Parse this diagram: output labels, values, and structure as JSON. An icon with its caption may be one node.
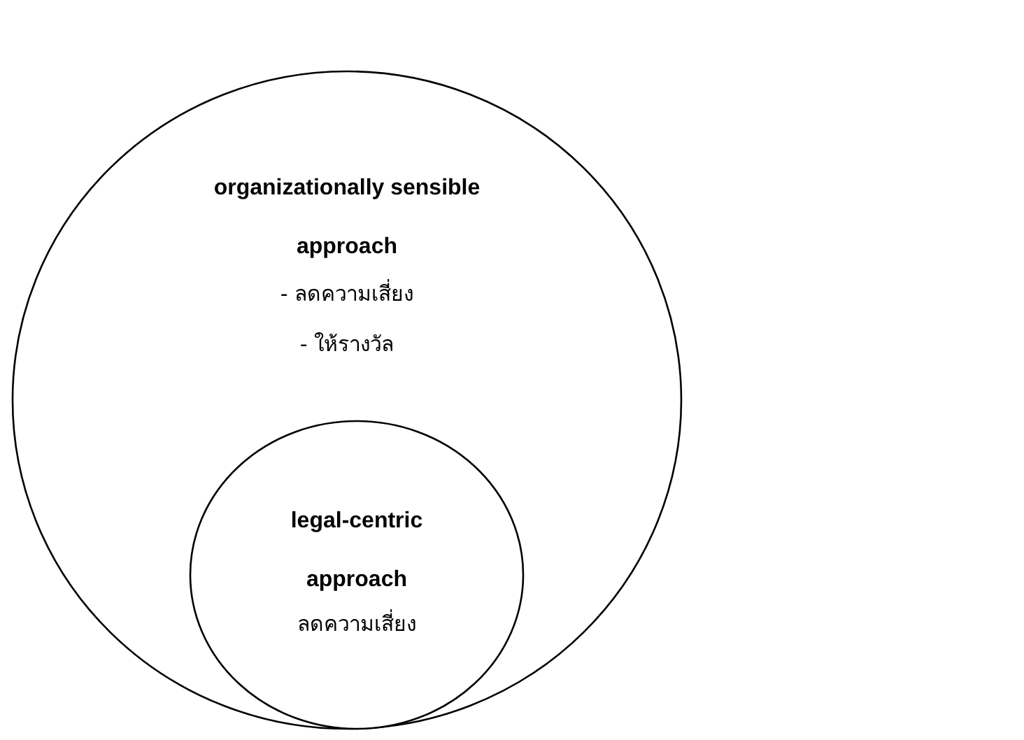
{
  "diagram": {
    "nodes": [
      {
        "text": [
          "organizationally sensible approach",
          "- ลดความเสี่ยง",
          "- ให้รางวัล"
        ]
      },
      {
        "text": [
          "legal-centric approach",
          "ลดความเสี่ยง"
        ],
        "in": 0
      }
    ]
  }
}
